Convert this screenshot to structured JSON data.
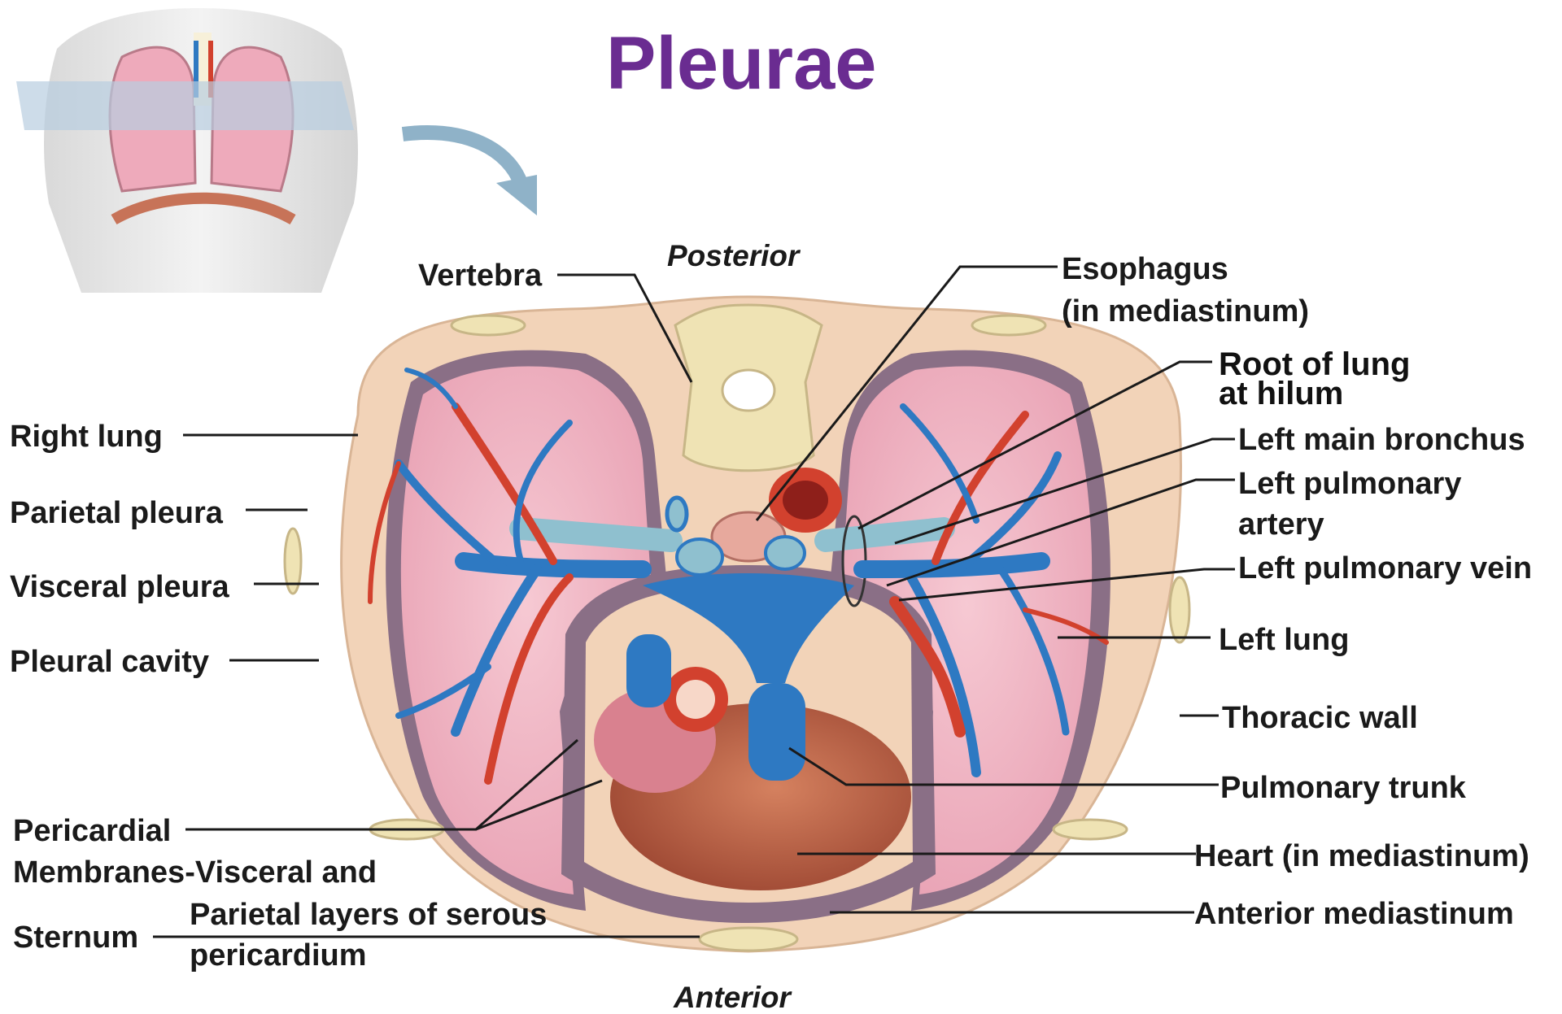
{
  "title": "Pleurae",
  "orientation": {
    "posterior": "Posterior",
    "anterior": "Anterior"
  },
  "labels": {
    "vertebra": "Vertebra",
    "esophagus_1": "Esophagus",
    "esophagus_2": "(in mediastinum)",
    "root_1": "Root of lung",
    "root_2": "at hilum",
    "left_main_bronchus": "Left main bronchus",
    "left_pulmonary_artery_1": "Left pulmonary",
    "left_pulmonary_artery_2": "artery",
    "left_pulmonary_vein": "Left pulmonary vein",
    "left_lung": "Left lung",
    "thoracic_wall": "Thoracic wall",
    "pulmonary_trunk": "Pulmonary trunk",
    "heart": "Heart (in mediastinum)",
    "anterior_mediastinum": "Anterior mediastinum",
    "right_lung": "Right lung",
    "parietal_pleura": "Parietal pleura",
    "visceral_pleura": "Visceral pleura",
    "pleural_cavity": "Pleural cavity",
    "pericardial_1": "Pericardial",
    "pericardial_2": "Membranes-Visceral and",
    "pericardial_3": "Parietal layers of serous",
    "pericardial_4": "pericardium",
    "sternum": "Sternum"
  },
  "colors": {
    "title": "#6a2c91",
    "tissue": "#f2d3b8",
    "lung": "#f0b8c6",
    "pleura": "#8a6f86",
    "vein": "#2e79c2",
    "artery": "#d2412e",
    "heart": "#b85a40",
    "bone": "#efe3b4"
  }
}
